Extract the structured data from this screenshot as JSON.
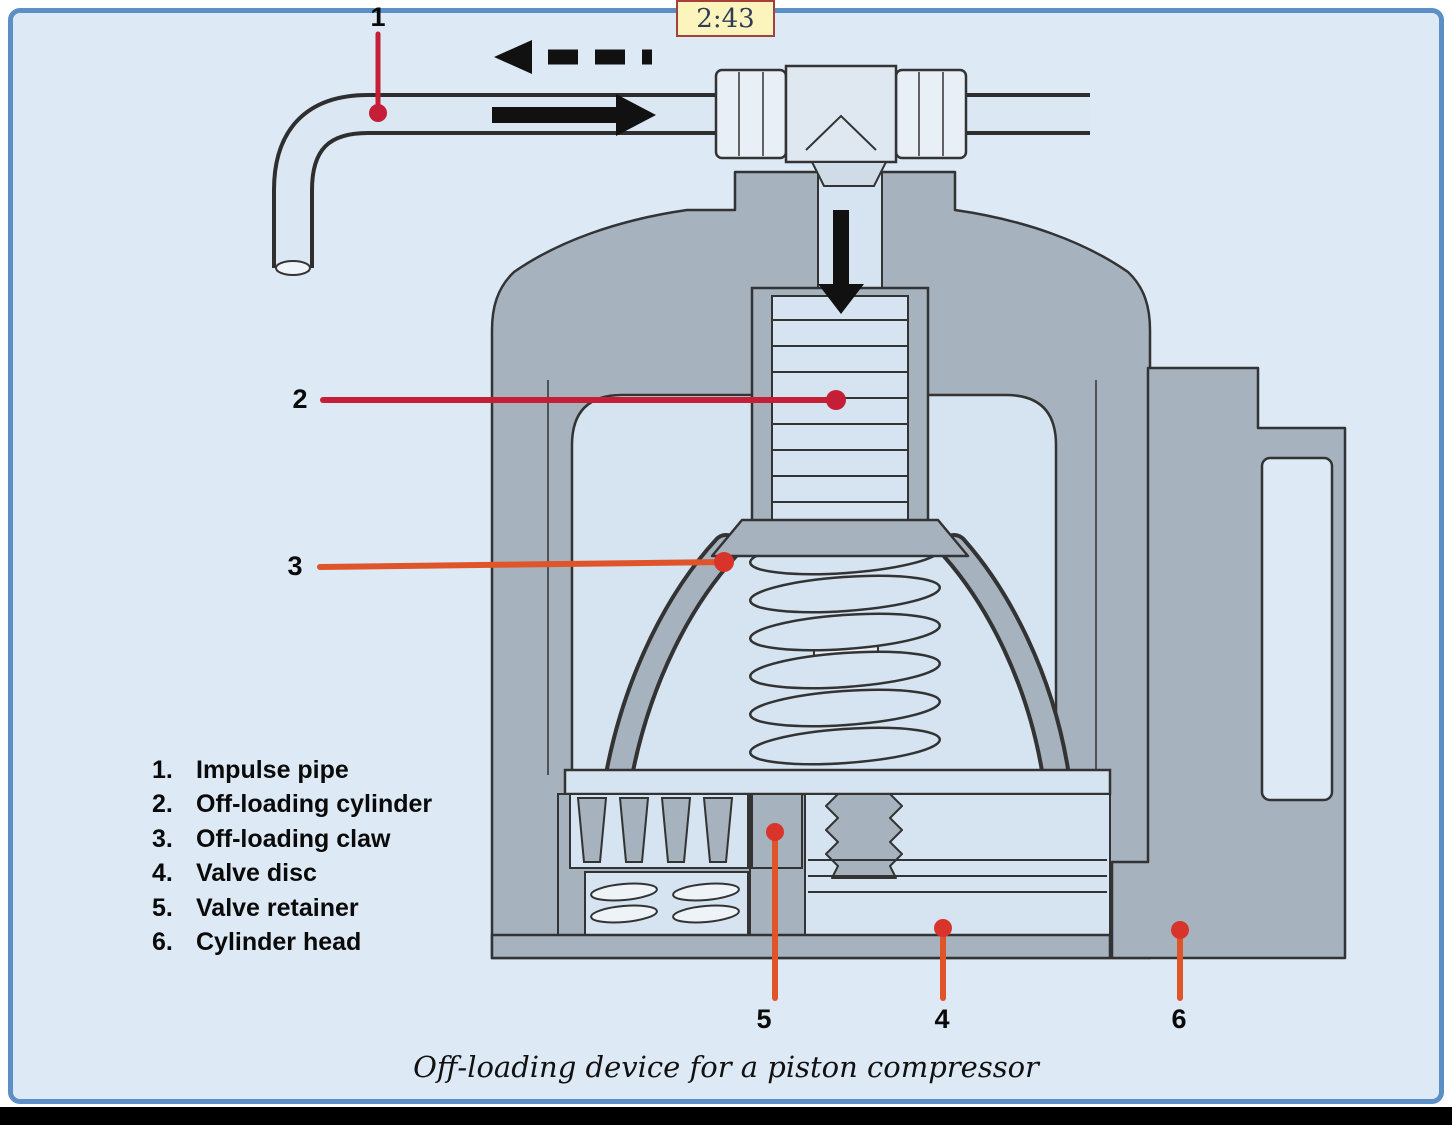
{
  "header": {
    "time_badge": "2:43"
  },
  "callouts": {
    "n1": "1",
    "n2": "2",
    "n3": "3",
    "n4": "4",
    "n5": "5",
    "n6": "6"
  },
  "legend": {
    "items": [
      {
        "num": "1.",
        "label": "Impulse pipe"
      },
      {
        "num": "2.",
        "label": "Off-loading cylinder"
      },
      {
        "num": "3.",
        "label": "Off-loading claw"
      },
      {
        "num": "4.",
        "label": "Valve disc"
      },
      {
        "num": "5.",
        "label": "Valve retainer"
      },
      {
        "num": "6.",
        "label": "Cylinder head"
      }
    ]
  },
  "caption": {
    "text": "Off-loading device for a piston compressor"
  },
  "colors": {
    "frame_border": "#5b8fc6",
    "background": "#dde9f4",
    "metal_gray": "#a6b3bf",
    "part_blue": "#d6e4f1",
    "callout_red": "#c41f36",
    "callout_orange": "#e0542a",
    "badge_bg": "#fbf5bd"
  }
}
